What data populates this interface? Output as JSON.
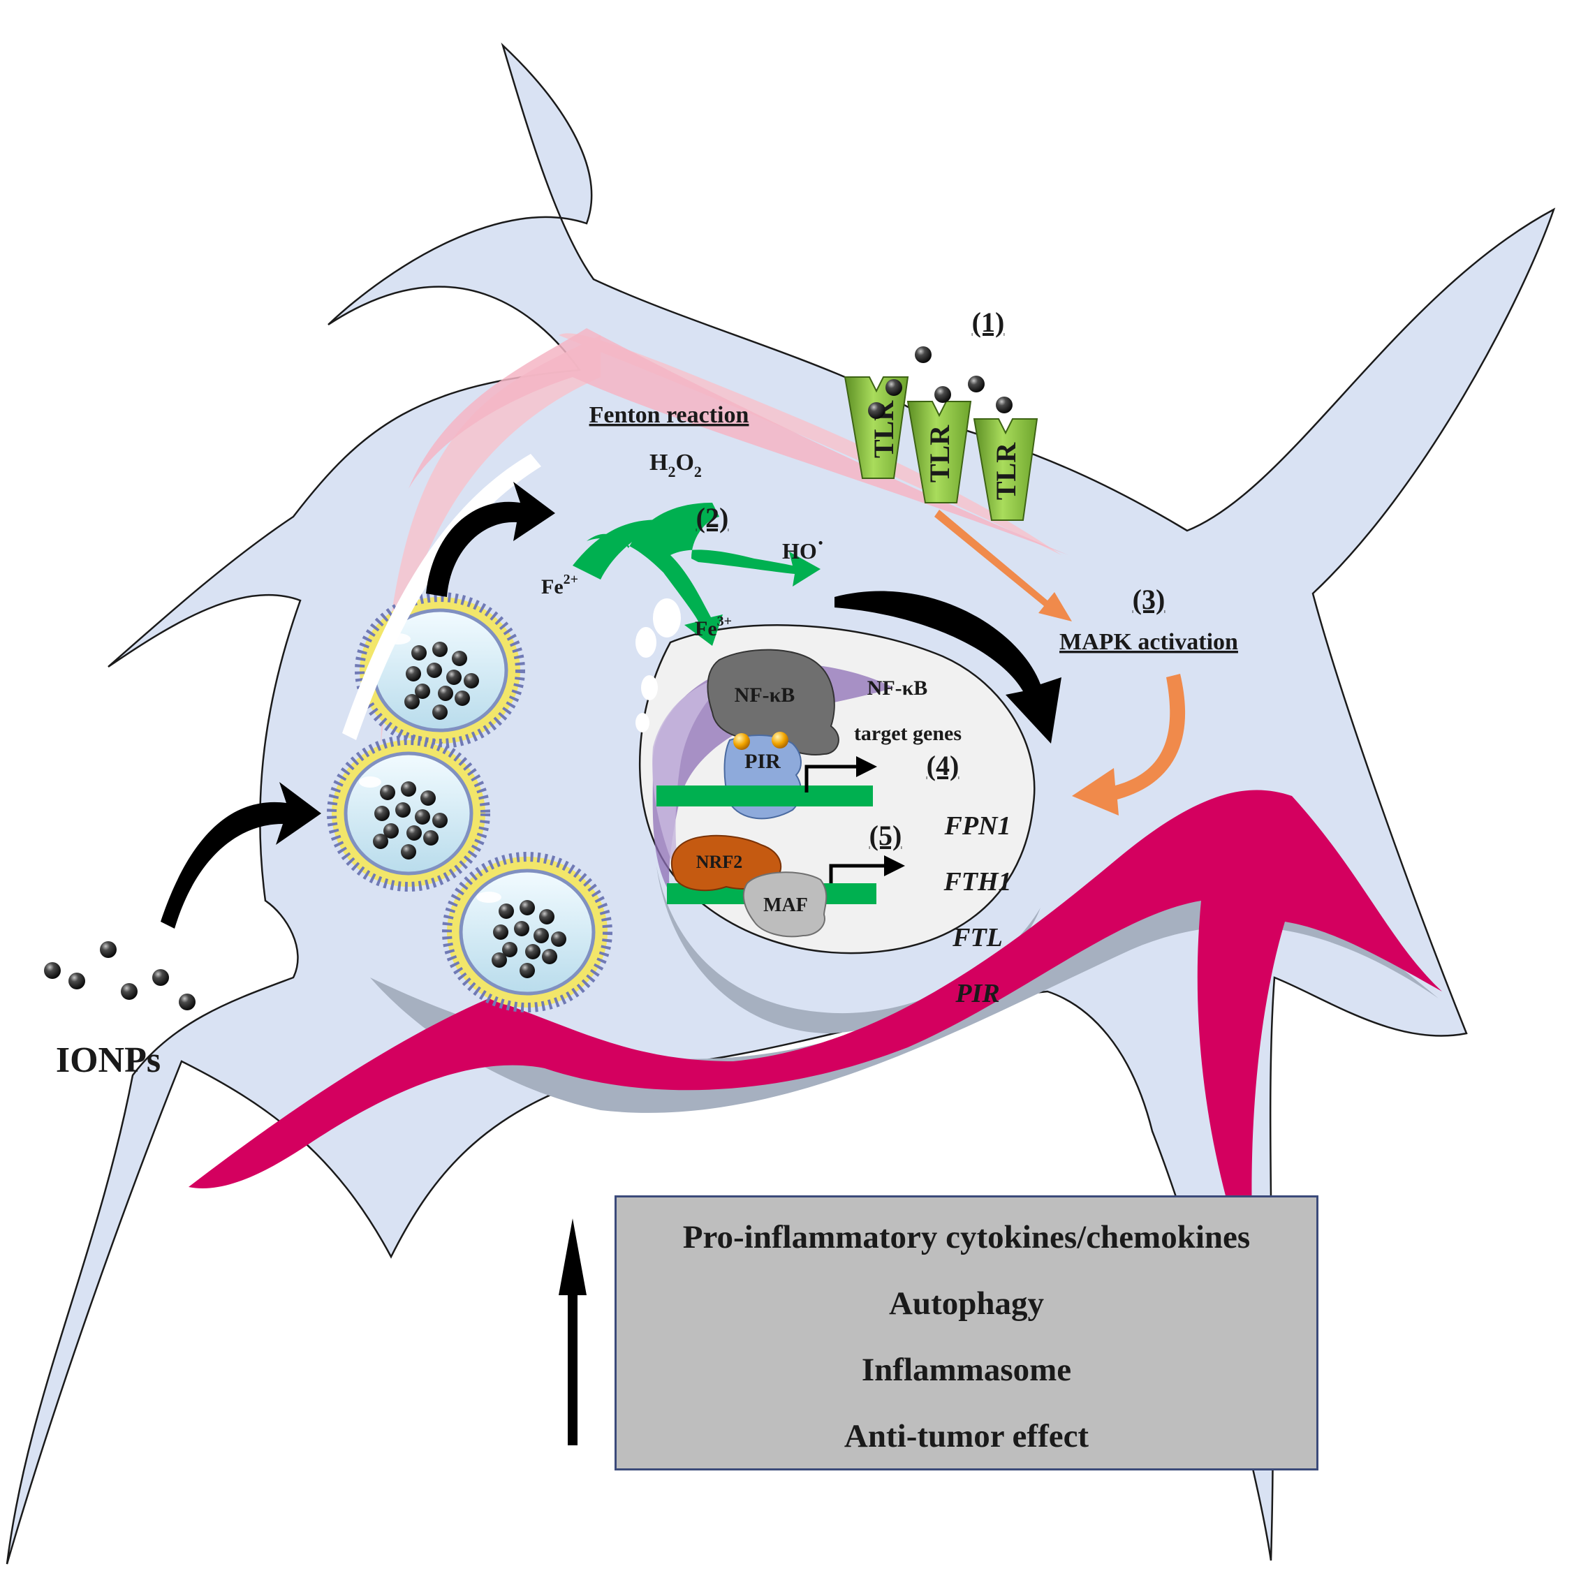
{
  "labels": {
    "step1": "(1)",
    "step2": "(2)",
    "step3": "(3)",
    "step4": "(4)",
    "step5": "(5)",
    "fenton": "Fenton reaction",
    "h2o2_h": "H",
    "h2o2_2a": "2",
    "h2o2_o": "O",
    "h2o2_2b": "2",
    "hydroxyl": "HO",
    "hydroxyl_dot": "·",
    "fe2": "Fe",
    "fe2_charge": "2+",
    "fe3": "Fe",
    "fe3_charge": "3+",
    "mapk": "MAPK activation",
    "nfkb_protein": "NF-κB",
    "nfkb_genes_1": "NF-κB",
    "nfkb_genes_2": "target genes",
    "pir_protein": "PIR",
    "nrf2": "NRF2",
    "maf": "MAF",
    "ionps": "IONPs",
    "tlr": "TLR"
  },
  "genes": [
    "FPN1",
    "FTH1",
    "FTL",
    "PIR"
  ],
  "outcomes": [
    "Pro-inflammatory cytokines/chemokines",
    "Autophagy",
    "Inflammasome",
    "Anti-tumor effect"
  ],
  "colors": {
    "cytoplasm": "#d9e2f3",
    "er_pink": "#f4c5cf",
    "magenta": "#d4005f",
    "shadow_gray": "#a6b0c0",
    "nucleus": "#f1f1f1",
    "green": "#00b050",
    "orange_arrow": "#f08a4b",
    "tlr_green": "#92d050",
    "nrf2_brown": "#c55a11",
    "nfkb_gray": "#6f6f6f",
    "pir_blue": "#8eaadb",
    "outcome_box": "#bebebe"
  }
}
